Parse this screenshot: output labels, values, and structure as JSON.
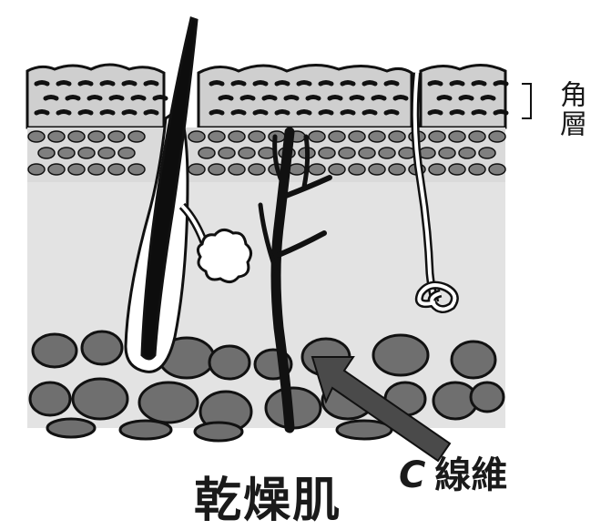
{
  "labels": {
    "stratum_corneum": "角層",
    "fiber_prefix": "C",
    "fiber": "線維",
    "title": "乾燥肌"
  },
  "colors": {
    "outline": "#111111",
    "corneum_fill": "#cfcfcf",
    "granular_fill": "#7f7f7f",
    "dermis_fill": "#e3e3e3",
    "fat_cell_fill": "#6f6f6f",
    "hair_fill": "#0d0d0d",
    "arrow_fill": "#4a4a4a"
  },
  "icons": {
    "hair": "hair-follicle-icon",
    "sebaceous_gland": "sebaceous-gland-icon",
    "nerve_fiber": "nerve-fiber-icon",
    "sweat_gland": "sweat-gland-icon",
    "arrow": "arrow-icon"
  }
}
